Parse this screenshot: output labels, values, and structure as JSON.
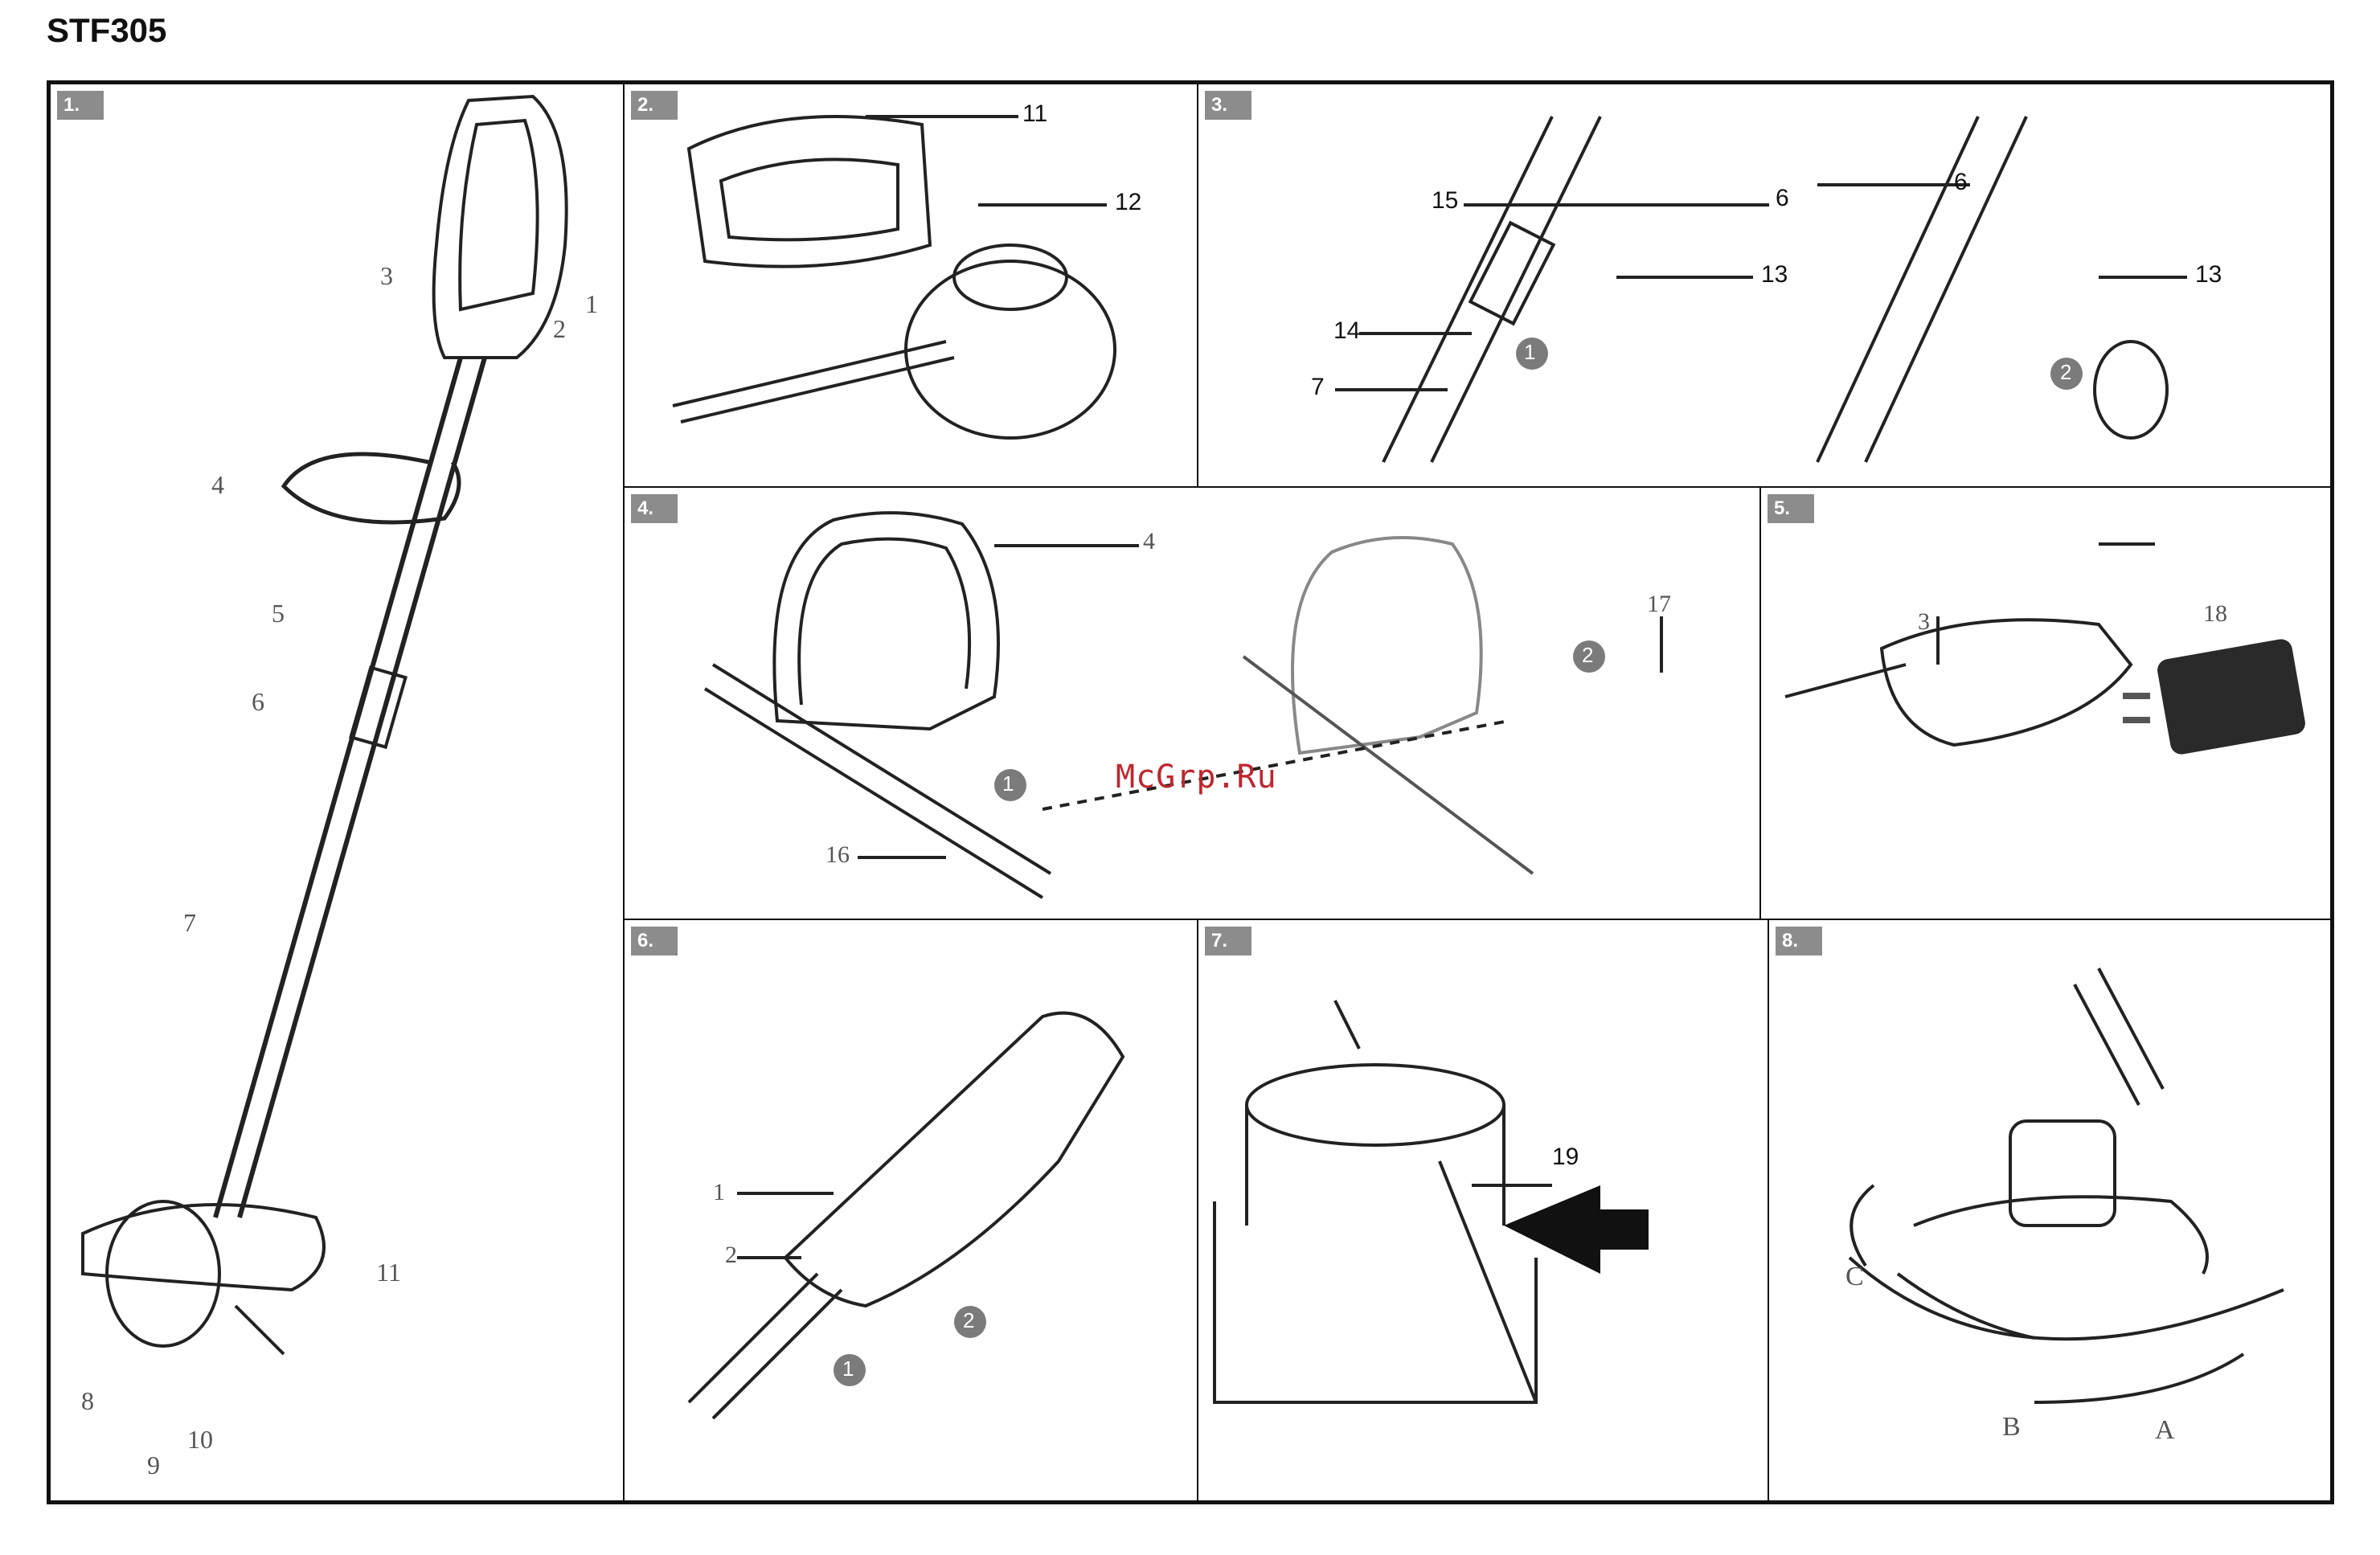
{
  "document": {
    "model": "STF305",
    "watermark": "McGrp.Ru",
    "panels": [
      {
        "number": "1.",
        "labels": [
          "1",
          "2",
          "3",
          "4",
          "5",
          "6",
          "7",
          "8",
          "9",
          "10",
          "11"
        ]
      },
      {
        "number": "2.",
        "labels": [
          "11",
          "12"
        ]
      },
      {
        "number": "3.",
        "labels": [
          "6",
          "7",
          "13",
          "14",
          "15",
          "6",
          "13"
        ],
        "steps": [
          "1",
          "2"
        ]
      },
      {
        "number": "4.",
        "labels": [
          "4",
          "16",
          "17"
        ],
        "steps": [
          "1",
          "2"
        ]
      },
      {
        "number": "5.",
        "labels": [
          "3",
          "18"
        ]
      },
      {
        "number": "6.",
        "labels": [
          "1",
          "2"
        ],
        "steps": [
          "1",
          "2"
        ]
      },
      {
        "number": "7.",
        "labels": [
          "19"
        ]
      },
      {
        "number": "8.",
        "labels": [
          "A",
          "B",
          "C"
        ]
      }
    ]
  }
}
